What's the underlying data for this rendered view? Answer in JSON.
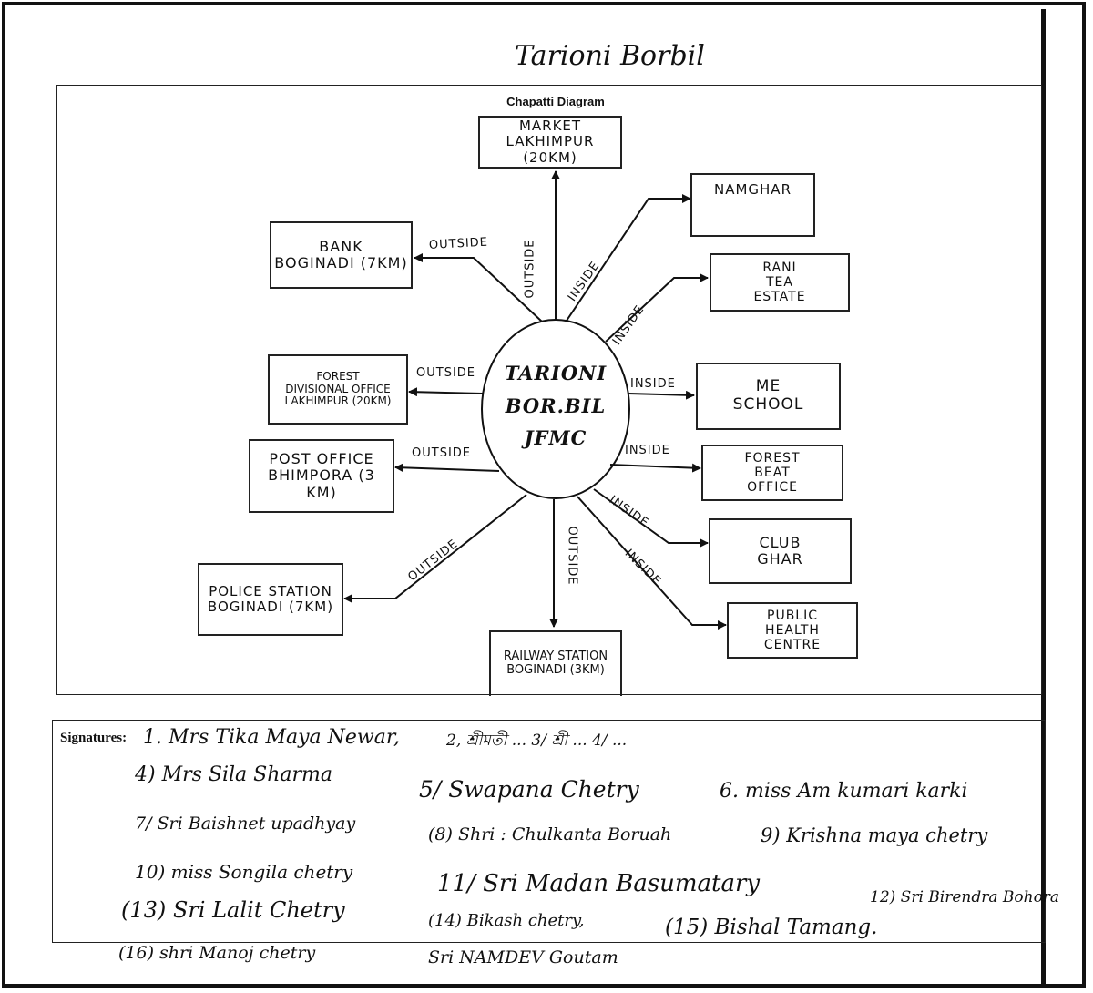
{
  "title": "Tarioni Borbil",
  "diagram": {
    "caption": "Chapatti Diagram",
    "center": {
      "line1": "TARIONI",
      "line2": "BOR.BIL",
      "line3": "JFMC"
    },
    "nodes": {
      "market": {
        "line1": "MARKET",
        "line2": "LAKHIMPUR (20KM)"
      },
      "namghar": {
        "line1": "NAMGHAR"
      },
      "bank": {
        "line1": "BANK",
        "line2": "BOGINADI (7KM)"
      },
      "rani_tea": {
        "line1": "RANI",
        "line2": "TEA",
        "line3": "ESTATE"
      },
      "forest_div": {
        "line1": "FOREST",
        "line2": "DIVISIONAL OFFICE",
        "line3": "LAKHIMPUR (20KM)"
      },
      "me_school": {
        "line1": "ME",
        "line2": "SCHOOL"
      },
      "post_office": {
        "line1": "POST OFFICE",
        "line2": "BHIMPORA (3 KM)"
      },
      "forest_beat": {
        "line1": "FOREST",
        "line2": "BEAT",
        "line3": "OFFICE"
      },
      "club_ghar": {
        "line1": "CLUB",
        "line2": "GHAR"
      },
      "police": {
        "line1": "POLICE STATION",
        "line2": "BOGINADI (7KM)"
      },
      "public_health": {
        "line1": "PUBLIC",
        "line2": "HEALTH",
        "line3": "CENTRE"
      },
      "railway": {
        "line1": "RAILWAY STATION",
        "line2": "BOGINADI (3KM)"
      }
    },
    "edge_labels": {
      "outside": "OUTSIDE",
      "inside": "INSIDE"
    }
  },
  "signatures": {
    "heading": "Signatures:",
    "entries": [
      "1. Mrs Tika Maya Newar,",
      "2, শ্ৰীমতী ... 3/ শ্ৰী ... 4/ ...",
      "4) Mrs Sila Sharma",
      "5/ Swapana Chetry",
      "6. miss Am kumari karki",
      "7/ Sri Baishnet upadhyay",
      "(8) Shri : Chulkanta Boruah",
      "9) Krishna maya chetry",
      "10) miss Songila chetry",
      "11/ Sri Madan Basumatary",
      "12) Sri Birendra Bohora",
      "(13) Sri Lalit Chetry",
      "(14) Bikash chetry,",
      "(15) Bishal Tamang.",
      "(16) shri Manoj chetry",
      "Sri NAMDEV Goutam"
    ]
  }
}
